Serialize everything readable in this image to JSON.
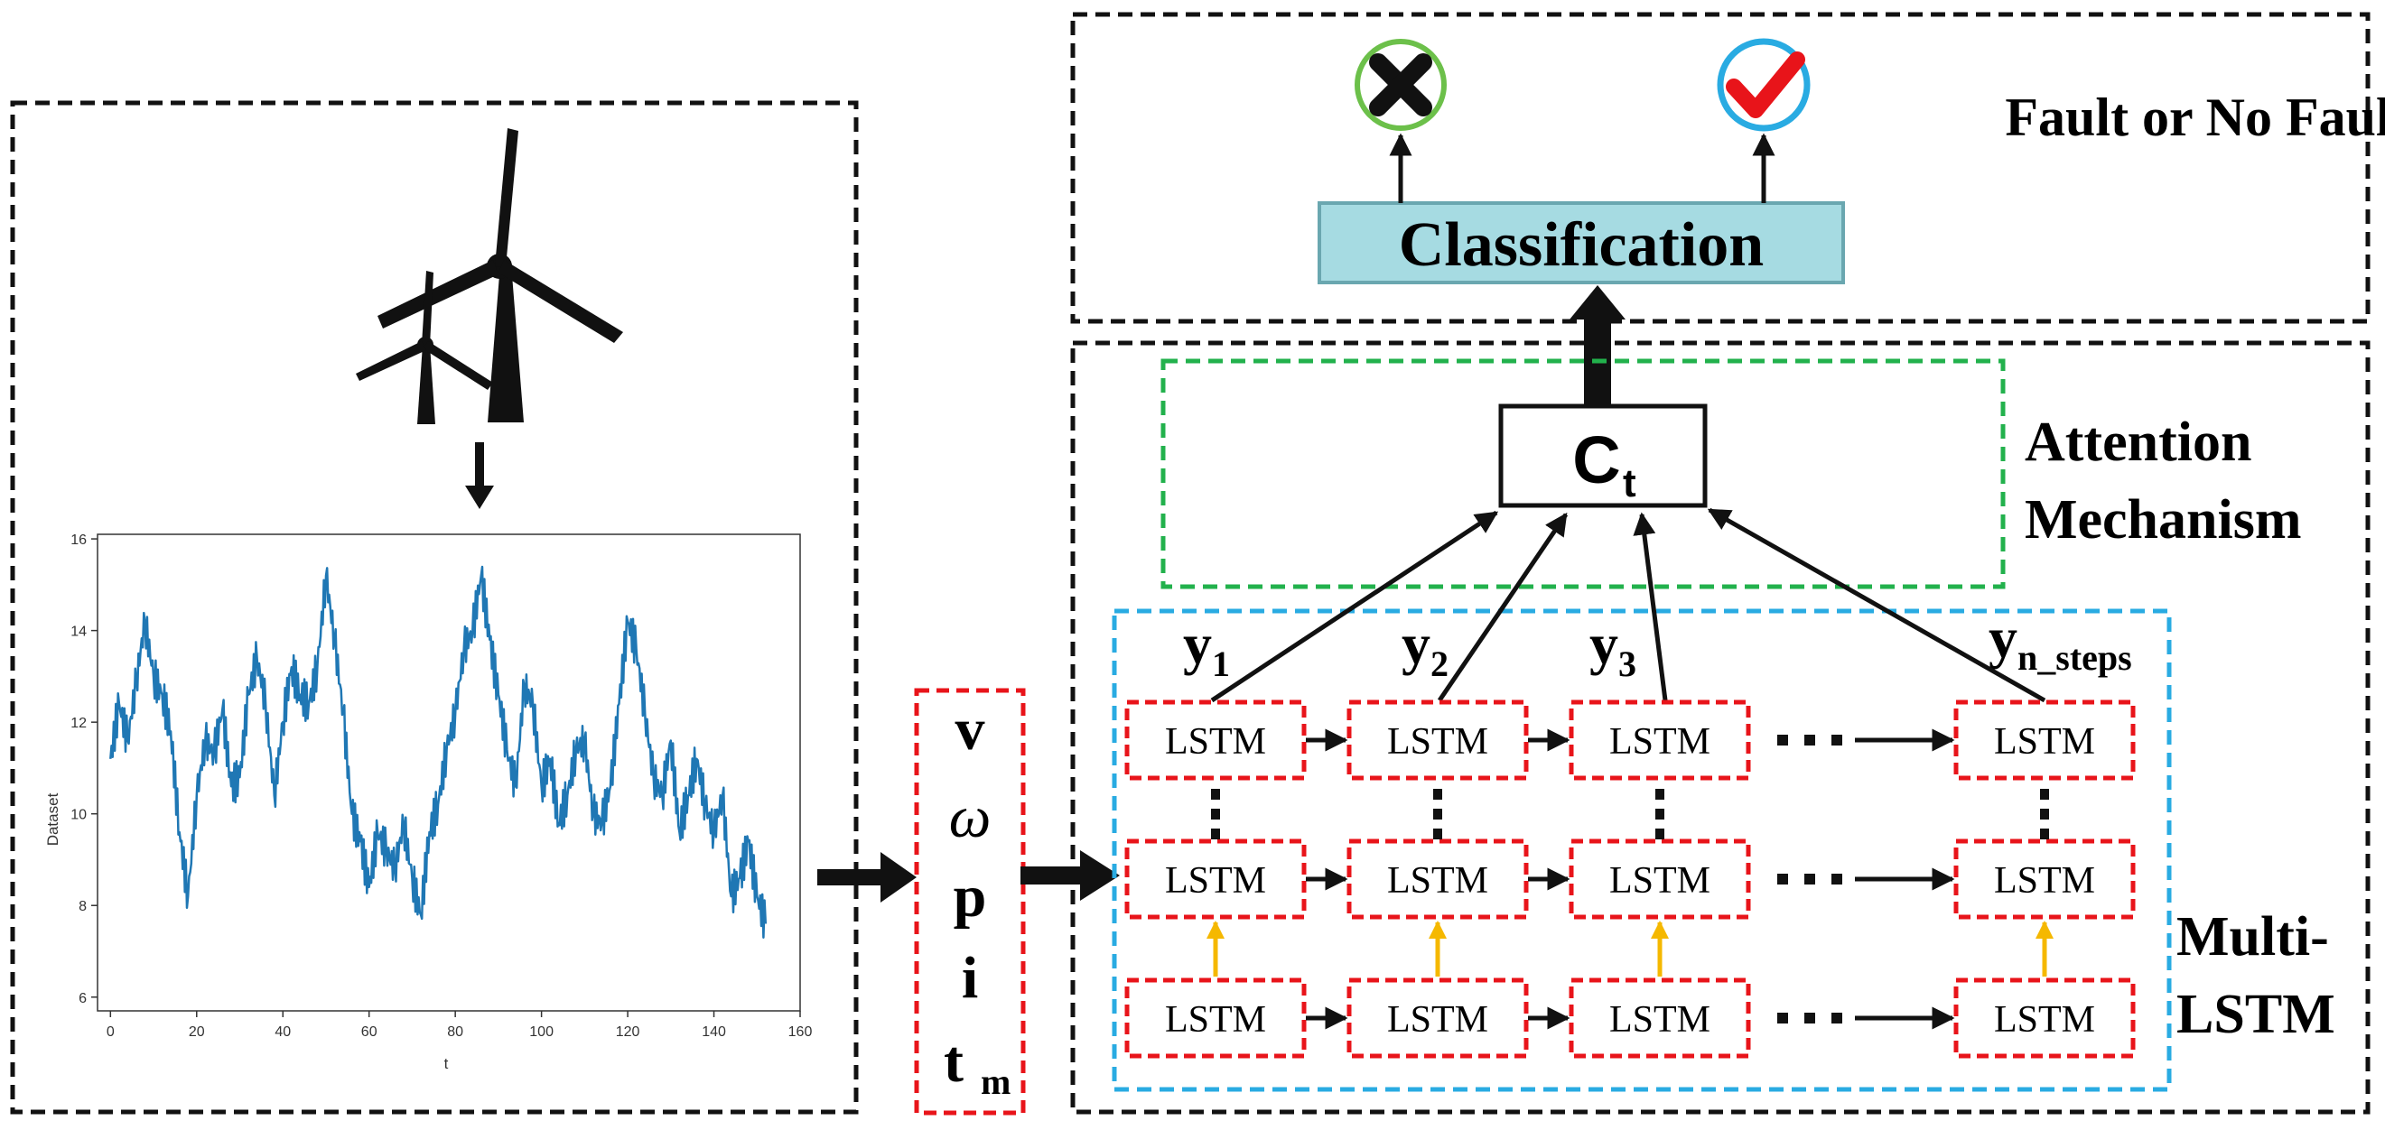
{
  "output": {
    "title": "Fault or No Fault",
    "classification_label": "Classification",
    "fault_icon": "x-mark-icon",
    "no_fault_icon": "check-mark-icon"
  },
  "attention": {
    "context_label": "C",
    "context_subscript": "t",
    "title_line1": "Attention",
    "title_line2": "Mechanism"
  },
  "lstm": {
    "title_line1": "Multi-",
    "title_line2": "LSTM",
    "cell_label": "LSTM",
    "outputs": [
      {
        "base": "y",
        "sub": "1"
      },
      {
        "base": "y",
        "sub": "2"
      },
      {
        "base": "y",
        "sub": "3"
      },
      {
        "base": "y",
        "sub": "n_steps"
      }
    ]
  },
  "inputs": {
    "features": [
      {
        "base": "v",
        "sub": "",
        "italic": false
      },
      {
        "base": "ω",
        "sub": "",
        "italic": true
      },
      {
        "base": "p",
        "sub": "",
        "italic": false
      },
      {
        "base": "i",
        "sub": "",
        "italic": false
      },
      {
        "base": "t",
        "sub": "m",
        "italic": false
      }
    ]
  },
  "wind_turbine_icon": "wind-turbine-icon",
  "colors": {
    "frame": "#111111",
    "attention_border": "#22b14c",
    "lstm_border": "#29abe2",
    "cell_border": "#e8141a",
    "classification_fill": "#a6dbe2",
    "classification_border": "#6aa7b0",
    "vertical_arrow": "#f5b800",
    "series_line": "#1f77b4",
    "fault_ring": "#6cc04a",
    "no_fault_ring": "#29abe2",
    "check": "#e8141a"
  },
  "chart_data": {
    "type": "line",
    "title": "",
    "xlabel": "t",
    "ylabel": "Dataset",
    "xlim": [
      -3,
      160
    ],
    "ylim": [
      5.7,
      16.1
    ],
    "xticks": [
      0,
      20,
      40,
      60,
      80,
      100,
      120,
      140,
      160
    ],
    "yticks": [
      6,
      8,
      10,
      12,
      14,
      16
    ],
    "grid": false,
    "series": [
      {
        "name": "",
        "x": [
          0,
          2,
          4,
          6,
          8,
          10,
          12,
          14,
          16,
          18,
          20,
          22,
          24,
          26,
          28,
          30,
          32,
          34,
          36,
          38,
          40,
          42,
          44,
          46,
          48,
          50,
          52,
          54,
          56,
          58,
          60,
          62,
          64,
          66,
          68,
          70,
          72,
          74,
          76,
          78,
          80,
          82,
          84,
          86,
          88,
          90,
          92,
          94,
          96,
          98,
          100,
          102,
          104,
          106,
          108,
          110,
          112,
          114,
          116,
          118,
          120,
          122,
          124,
          126,
          128,
          130,
          132,
          134,
          136,
          138,
          140,
          142,
          144,
          146,
          148,
          150,
          152
        ],
        "y": [
          11.2,
          12.4,
          11.6,
          12.9,
          14.2,
          13.0,
          12.6,
          11.8,
          9.6,
          8.2,
          10.4,
          11.6,
          11.3,
          12.3,
          10.6,
          10.8,
          12.6,
          13.4,
          12.4,
          10.4,
          12.0,
          13.2,
          12.6,
          12.4,
          13.2,
          15.2,
          13.8,
          12.2,
          10.0,
          9.4,
          8.4,
          9.6,
          9.2,
          8.8,
          9.8,
          8.6,
          7.8,
          9.6,
          10.2,
          11.4,
          12.2,
          13.6,
          14.0,
          15.2,
          13.8,
          12.6,
          11.4,
          10.6,
          12.8,
          12.4,
          10.6,
          11.2,
          9.8,
          10.4,
          11.4,
          11.6,
          10.0,
          9.8,
          10.6,
          12.4,
          14.2,
          13.6,
          12.2,
          10.8,
          10.4,
          11.6,
          9.6,
          10.4,
          11.2,
          10.2,
          9.6,
          10.4,
          8.2,
          8.6,
          9.4,
          8.2,
          7.6
        ]
      }
    ]
  }
}
